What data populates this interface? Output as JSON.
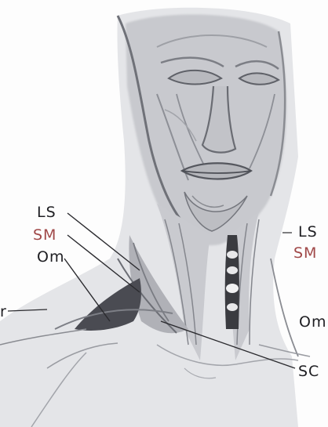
{
  "labels": {
    "left_ls": "LS",
    "left_sm": "SM",
    "left_om": "Om",
    "left_r": "r",
    "right_ls": "LS",
    "right_sm": "SM",
    "right_om": "Om",
    "right_sc": "SC"
  },
  "colors": {
    "label_dark": "#1e1e22",
    "label_red": "#a04848",
    "illustration_tone": "#9ea0a6"
  }
}
